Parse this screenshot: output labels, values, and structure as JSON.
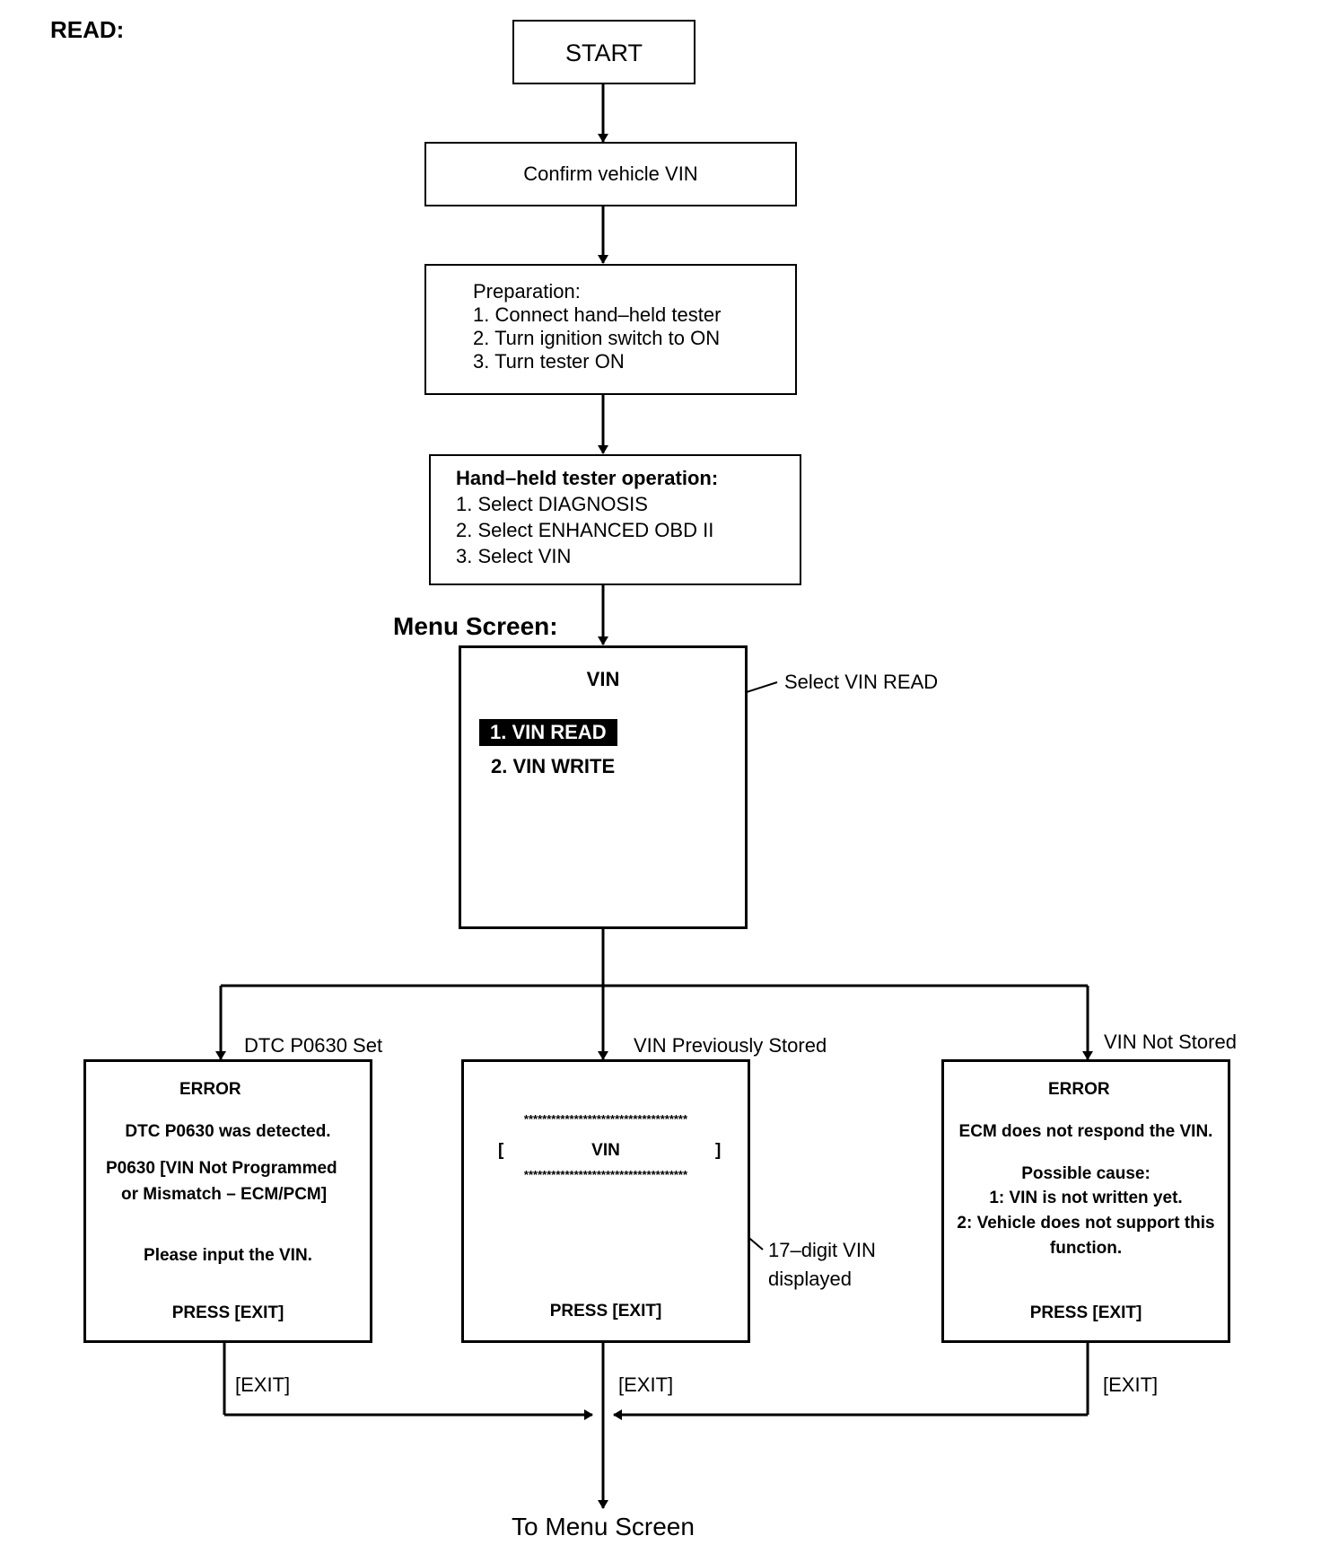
{
  "read_heading": "READ:",
  "menu_screen_heading": "Menu Screen:",
  "start": "START",
  "confirm_vin": "Confirm vehicle VIN",
  "preparation": {
    "title": "Preparation:",
    "steps": [
      "1. Connect hand–held tester",
      "2. Turn ignition switch to ON",
      "3. Turn tester ON"
    ]
  },
  "tester_operation": {
    "title": "Hand–held tester operation:",
    "steps": [
      "1. Select DIAGNOSIS",
      "2. Select ENHANCED OBD II",
      "3. Select VIN"
    ]
  },
  "menu": {
    "title": "VIN",
    "item1": "1. VIN READ",
    "item2": "2. VIN WRITE",
    "callout": "Select VIN READ"
  },
  "branches": {
    "left_label": "DTC P0630 Set",
    "middle_label": "VIN Previously Stored",
    "right_label": "VIN Not Stored"
  },
  "left_screen": {
    "title": "ERROR",
    "line1": "DTC P0630 was detected.",
    "line2": "P0630  [VIN Not Programmed",
    "line3": "or Mismatch – ECM/PCM]",
    "line4": "Please input the VIN.",
    "press": "PRESS [EXIT]"
  },
  "middle_screen": {
    "stars": "************************************",
    "bracket_open": "[",
    "vin": "VIN",
    "bracket_close": "]",
    "press": "PRESS [EXIT]",
    "callout_line1": "17–digit VIN",
    "callout_line2": "displayed"
  },
  "right_screen": {
    "title": "ERROR",
    "line1": "ECM does not respond the VIN.",
    "line2": "Possible cause:",
    "line3": "1: VIN is not written yet.",
    "line4": "2: Vehicle does not support this",
    "line5": "function.",
    "press": "PRESS [EXIT]"
  },
  "exit_labels": [
    "[EXIT]",
    "[EXIT]",
    "[EXIT]"
  ],
  "to_menu": "To Menu Screen"
}
